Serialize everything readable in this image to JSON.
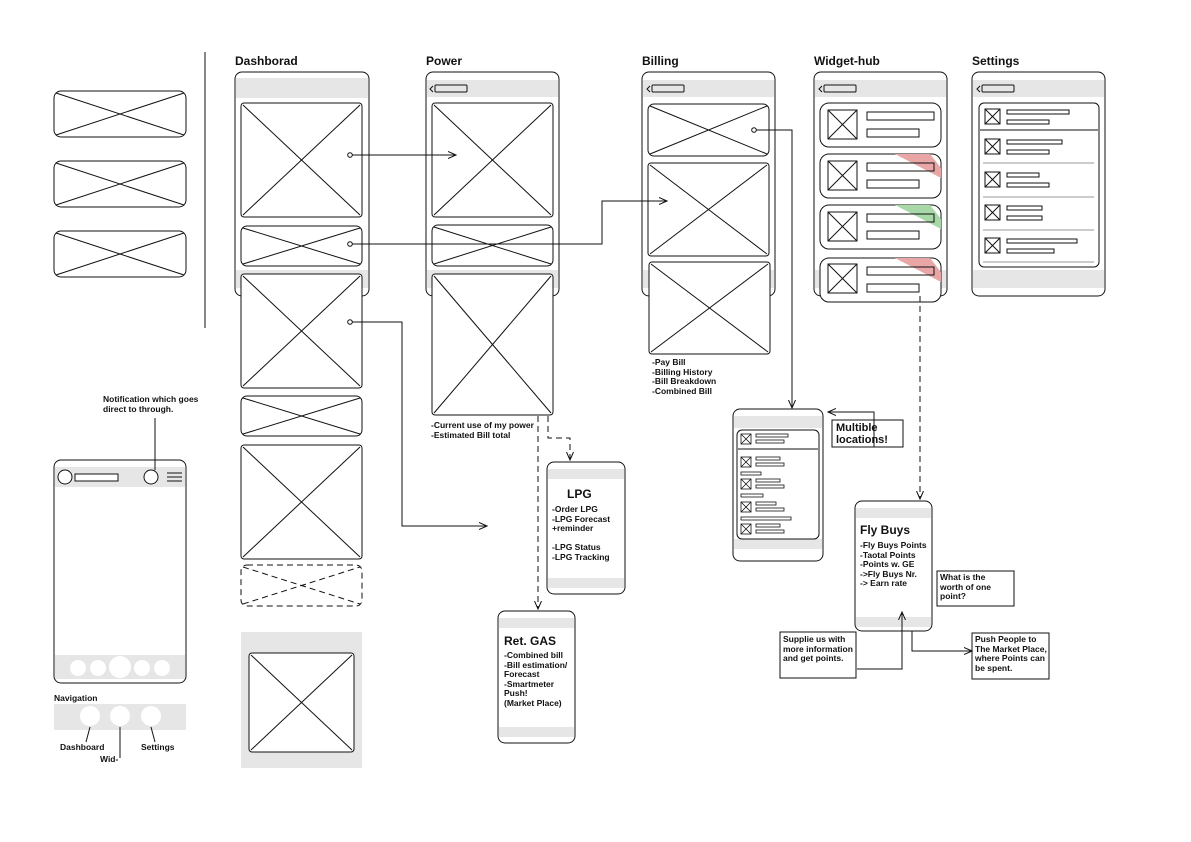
{
  "columns": {
    "dashboard": "Dashborad",
    "power": "Power",
    "billing": "Billing",
    "widget_hub": "Widget-hub",
    "settings": "Settings"
  },
  "power": {
    "notes": "-Current use of my power\n-Estimated Bill total"
  },
  "billing": {
    "notes": "-Pay Bill\n-Billing History\n-Bill Breakdown\n-Combined Bill"
  },
  "lpg": {
    "title": "LPG",
    "body": "-Order LPG\n-LPG Forecast\n+reminder\n\n-LPG Status\n-LPG Tracking"
  },
  "ret_gas": {
    "title": "Ret. GAS",
    "body": "-Combined bill\n-Bill estimation/\nForecast\n-Smartmeter\nPush!\n(Market Place)"
  },
  "multiple_locations": "Multible\nlocations!",
  "fly_buys": {
    "title": "Fly Buys",
    "body": "-Fly Buys Points\n-Taotal Points\n-Points w. GE\n->Fly Buys Nr.\n-> Earn rate"
  },
  "notes": {
    "worth": "What is the\nworth of one\npoint?",
    "supplie": "Supplie us with\nmore information\nand get points.",
    "push": "Push People to\nThe Market Place,\nwhere Points can\nbe spent.",
    "notification": "Notification which goes\ndirect to through."
  },
  "navigation": {
    "title": "Navigation",
    "dashboard": "Dashboard",
    "widget": "Wid-",
    "settings": "Settings"
  }
}
